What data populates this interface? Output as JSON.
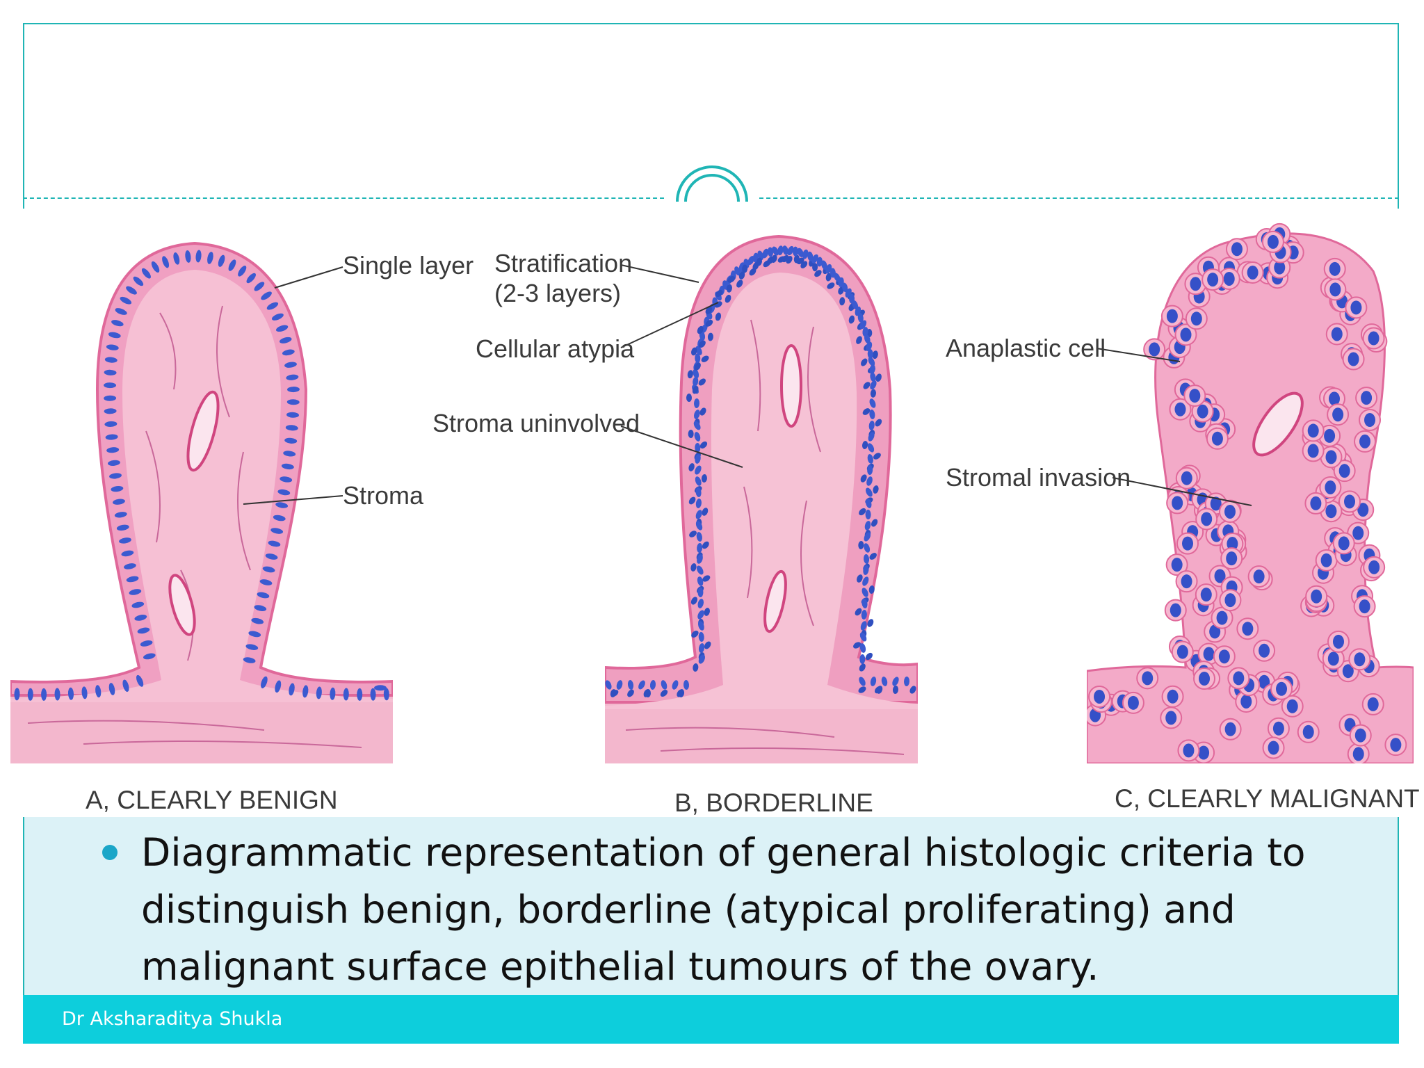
{
  "diagram": {
    "panels": [
      {
        "caption": "A, CLEARLY BENIGN",
        "labels": [
          {
            "id": "single-layer",
            "text": "Single layer"
          },
          {
            "id": "stroma",
            "text": "Stroma"
          }
        ]
      },
      {
        "caption": "B, BORDERLINE",
        "labels": [
          {
            "id": "stratification",
            "text": "Stratification",
            "text2": "(2-3 layers)"
          },
          {
            "id": "cellular-atypia",
            "text": "Cellular atypia"
          },
          {
            "id": "stroma-uninvolved",
            "text": "Stroma uninvolved"
          }
        ]
      },
      {
        "caption": "C, CLEARLY MALIGNANT",
        "labels": [
          {
            "id": "anaplastic-cell",
            "text": "Anaplastic cell"
          },
          {
            "id": "stromal-invasion",
            "text": "Stromal invasion"
          }
        ]
      }
    ],
    "colors": {
      "stroma": "#f5bcd2",
      "epithelium": "#f1a2c4",
      "outline": "#e0689a",
      "nucleus": "#3b5ad0",
      "fiber": "#c9689a"
    }
  },
  "caption_text": "Diagrammatic representation of general histologic criteria to distinguish benign, borderline (atypical proliferating) and malignant surface epithelial tumours of the ovary.",
  "footer": {
    "author": "Dr Aksharaditya Shukla"
  },
  "theme": {
    "accent": "#1fb5b5",
    "footer_bg": "#0dcedc",
    "caption_bg": "#dcf2f7",
    "bullet": "#1aa6c8"
  }
}
